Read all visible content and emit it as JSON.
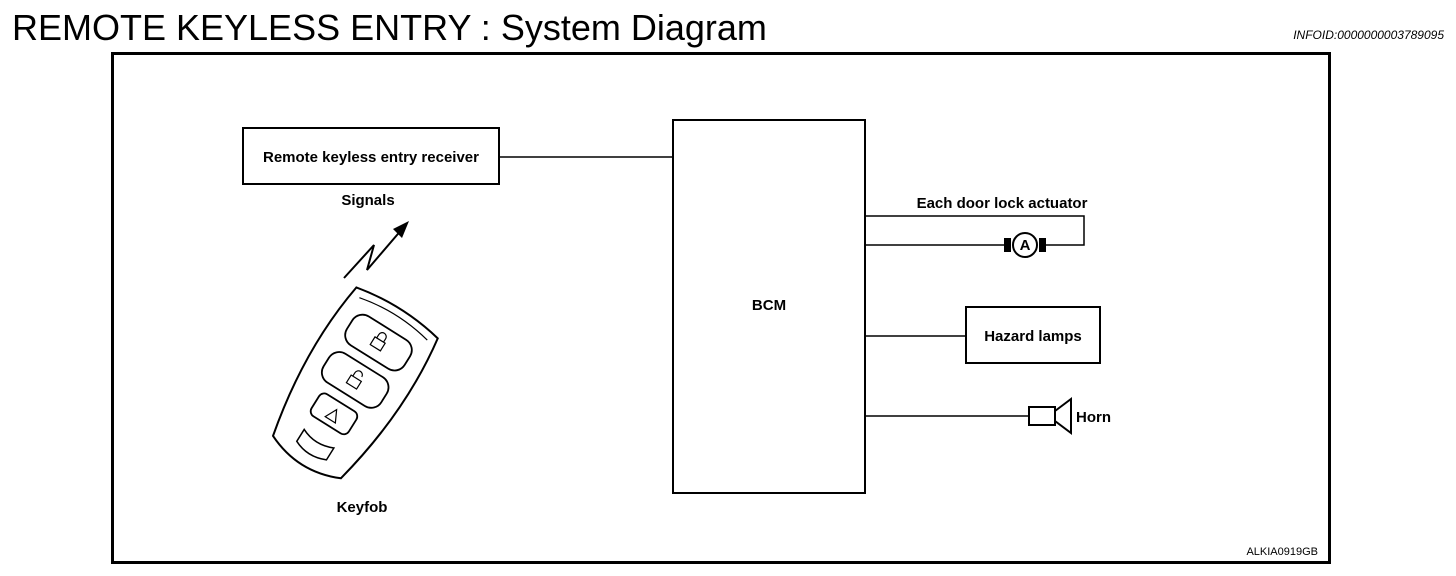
{
  "header": {
    "title": "REMOTE KEYLESS ENTRY : System Diagram",
    "info_id": "INFOID:0000000003789095"
  },
  "diagram": {
    "receiver_label": "Remote keyless entry receiver",
    "signals_label": "Signals",
    "keyfob_label": "Keyfob",
    "bcm_label": "BCM",
    "door_lock_label": "Each door lock actuator",
    "motor_symbol": "A",
    "hazard_label": "Hazard lamps",
    "horn_label": "Horn",
    "figure_code": "ALKIA0919GB"
  },
  "icons": [
    "lock-icon",
    "unlock-icon",
    "panic-icon",
    "radio-signal-icon",
    "motor-icon",
    "horn-icon"
  ]
}
